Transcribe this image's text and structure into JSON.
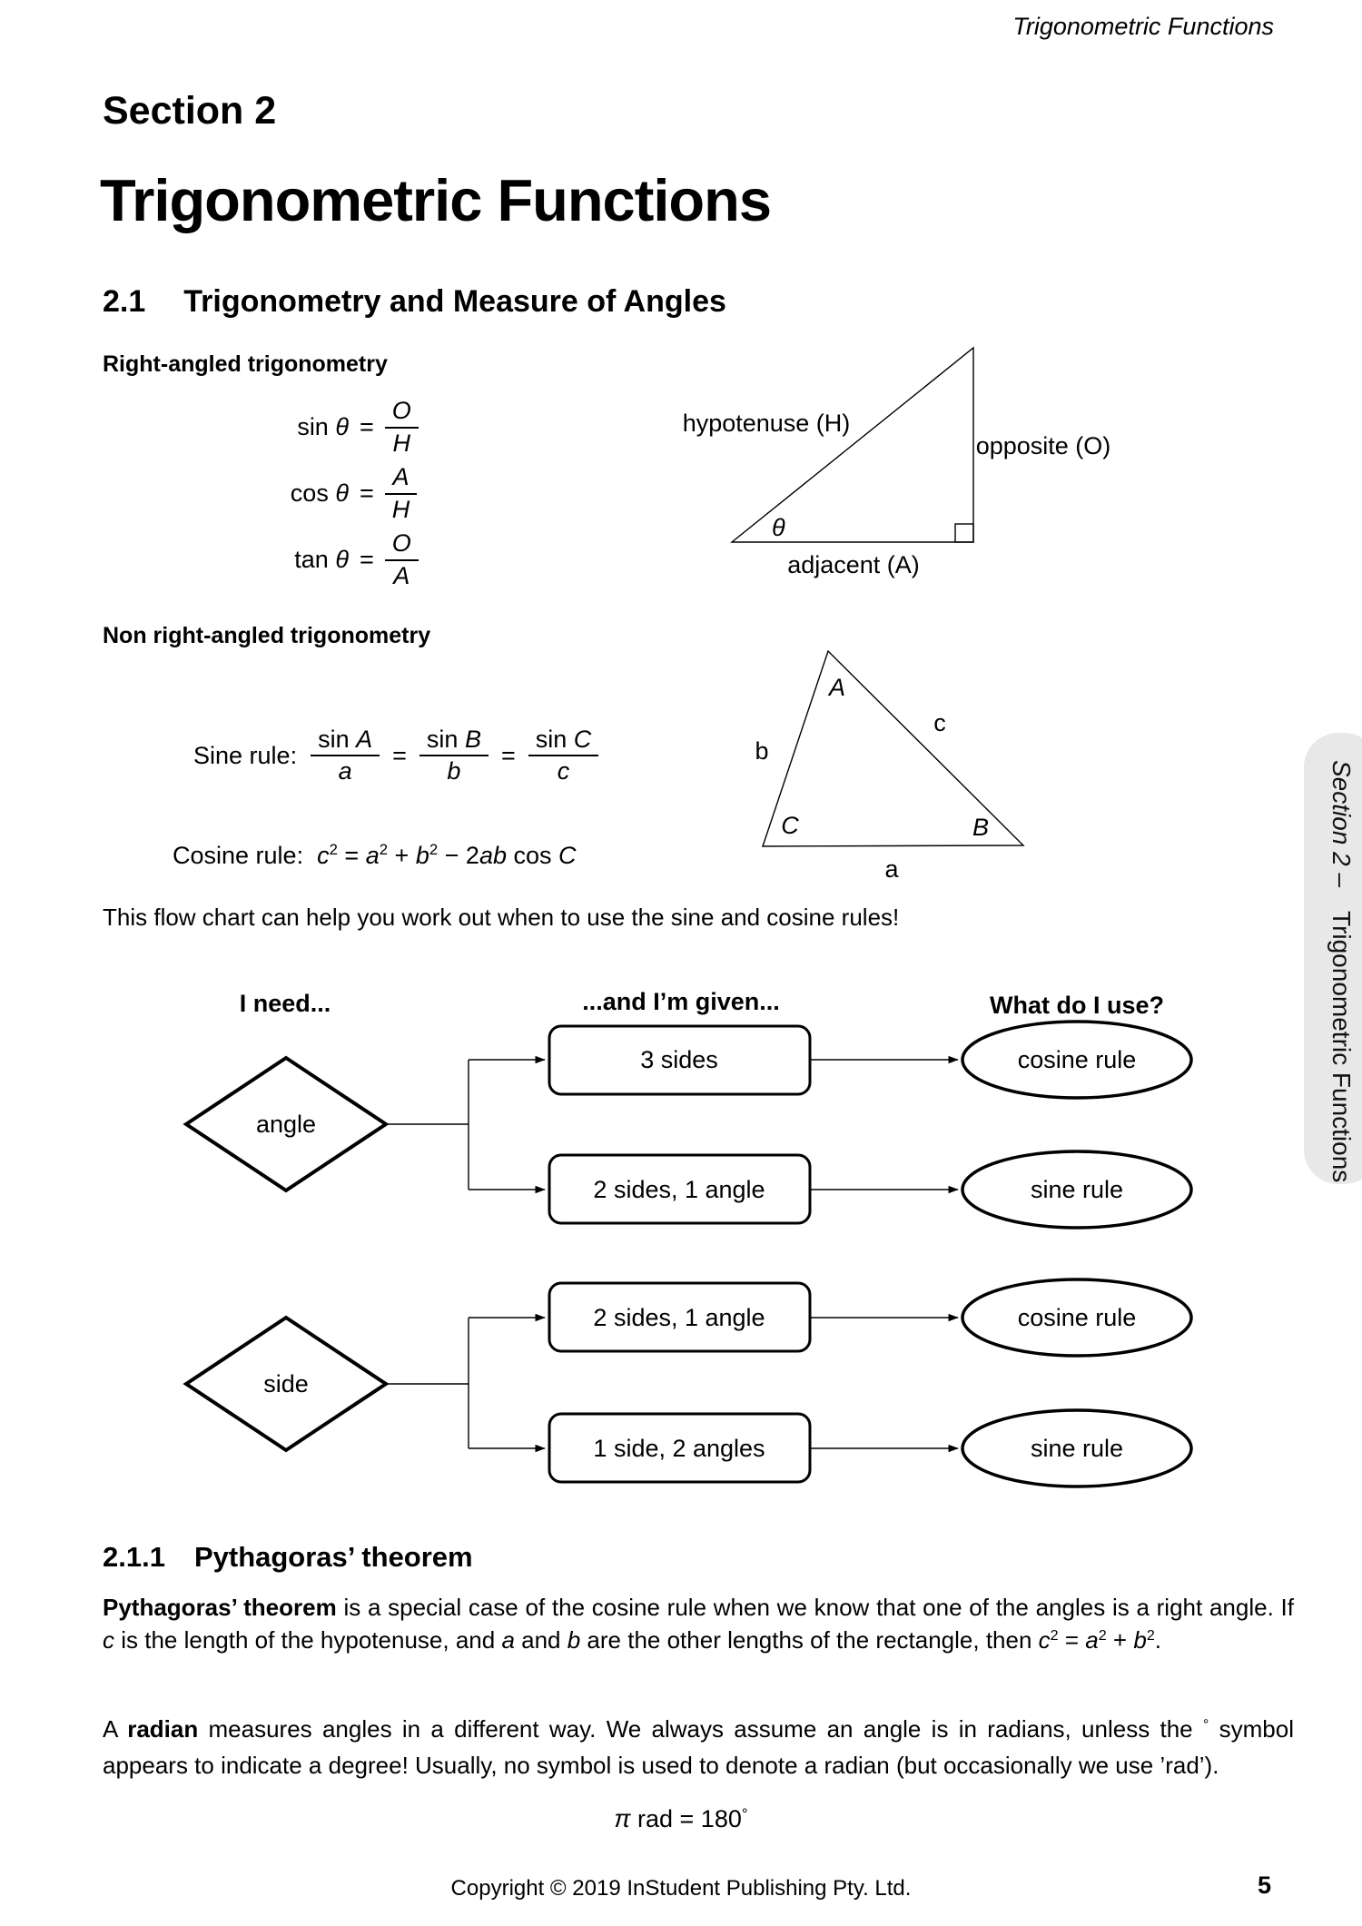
{
  "sym": {
    "eq": "="
  },
  "page": {
    "running_header": "Trigonometric Functions",
    "footer": "Copyright © 2019 InStudent Publishing Pty. Ltd.",
    "page_number": "5",
    "side_tab": {
      "part1": "Section 2 –",
      "part2": "Trigonometric Functions"
    }
  },
  "section": {
    "kicker": "Section 2",
    "title": "Trigonometric Functions",
    "sub_number": "2.1",
    "sub_title": "Trigonometry and Measure of Angles"
  },
  "right_angled": {
    "heading": "Right-angled trigonometry",
    "rows": [
      {
        "fn": "sin",
        "arg": "θ",
        "num": "O",
        "den": "H"
      },
      {
        "fn": "cos",
        "arg": "θ",
        "num": "A",
        "den": "H"
      },
      {
        "fn": "tan",
        "arg": "θ",
        "num": "O",
        "den": "A"
      }
    ],
    "triangle": {
      "hypotenuse": "hypotenuse (H)",
      "opposite": "opposite (O)",
      "adjacent": "adjacent (A)",
      "theta": "θ"
    }
  },
  "non_right": {
    "heading": "Non right-angled trigonometry",
    "sine_label": "Sine rule:",
    "sine_fracs": [
      {
        "fn": "sin",
        "arg": "A",
        "den": "a"
      },
      {
        "fn": "sin",
        "arg": "B",
        "den": "b"
      },
      {
        "fn": "sin",
        "arg": "C",
        "den": "c"
      }
    ],
    "cosine_label": "Cosine rule:",
    "cosine_rich": [
      {
        "t": "c",
        "i": true
      },
      {
        "t": "2",
        "sup": true
      },
      {
        "t": " = "
      },
      {
        "t": "a",
        "i": true
      },
      {
        "t": "2",
        "sup": true
      },
      {
        "t": " + "
      },
      {
        "t": "b",
        "i": true
      },
      {
        "t": "2",
        "sup": true
      },
      {
        "t": " − 2"
      },
      {
        "t": "ab",
        "i": true
      },
      {
        "t": " cos "
      },
      {
        "t": "C",
        "i": true
      }
    ],
    "triangle": {
      "angle_a": "A",
      "angle_b": "B",
      "angle_c": "C",
      "side_a": "a",
      "side_b": "b",
      "side_c": "c"
    }
  },
  "flowchart": {
    "intro": "This flow chart can help you work out when to use the sine and cosine rules!",
    "col1_header": "I need...",
    "col2_header": "...and I’m given...",
    "col3_header": "What do I use?",
    "branches": [
      {
        "need": "angle",
        "rows": [
          {
            "given": "3 sides",
            "use": "cosine rule"
          },
          {
            "given": "2 sides, 1 angle",
            "use": "sine rule"
          }
        ]
      },
      {
        "need": "side",
        "rows": [
          {
            "given": "2 sides, 1 angle",
            "use": "cosine rule"
          },
          {
            "given": "1 side, 2 angles",
            "use": "sine rule"
          }
        ]
      }
    ]
  },
  "pythagoras": {
    "number": "2.1.1",
    "title": "Pythagoras’ theorem",
    "para1": [
      {
        "t": "Pythagoras’ theorem",
        "b": true
      },
      {
        "t": " is a special case of the cosine rule when we know that one of the angles is a right angle.  If "
      },
      {
        "t": "c",
        "i": true
      },
      {
        "t": " is the length of the hypotenuse, and "
      },
      {
        "t": "a",
        "i": true
      },
      {
        "t": " and "
      },
      {
        "t": "b",
        "i": true
      },
      {
        "t": " are the other lengths of the rectangle, then "
      },
      {
        "t": "c",
        "i": true
      },
      {
        "t": "2",
        "sup": true
      },
      {
        "t": " = "
      },
      {
        "t": "a",
        "i": true
      },
      {
        "t": "2",
        "sup": true
      },
      {
        "t": " + "
      },
      {
        "t": "b",
        "i": true
      },
      {
        "t": "2",
        "sup": true
      },
      {
        "t": "."
      }
    ],
    "para2": [
      {
        "t": "A "
      },
      {
        "t": "radian",
        "b": true
      },
      {
        "t": " measures angles in a different way.  We always assume an angle is in radians, unless the "
      },
      {
        "t": "°",
        "sup": true
      },
      {
        "t": " symbol appears to indicate a degree! Usually, no symbol is used to denote a radian (but occasionally we use ’rad’)."
      }
    ],
    "pi_rich": [
      {
        "t": "π",
        "i": true
      },
      {
        "t": " rad = 180"
      },
      {
        "t": "°",
        "sup": true
      }
    ]
  }
}
